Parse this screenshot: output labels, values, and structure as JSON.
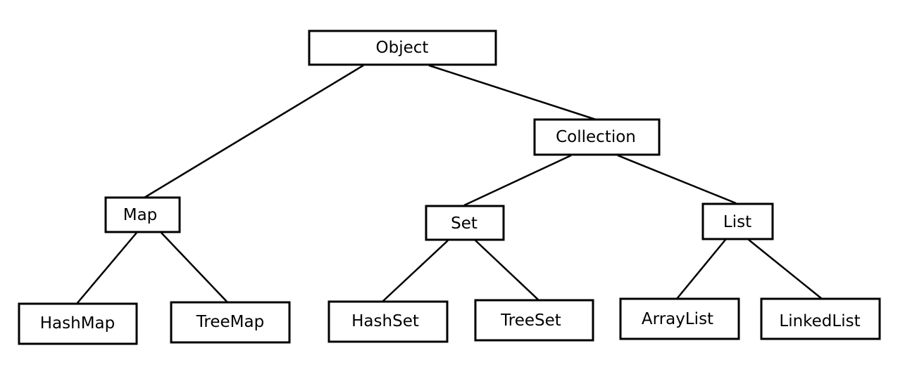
{
  "diagram": {
    "nodes": {
      "object": "Object",
      "collection": "Collection",
      "map": "Map",
      "set": "Set",
      "list": "List",
      "hashmap": "HashMap",
      "treemap": "TreeMap",
      "hashset": "HashSet",
      "treeset": "TreeSet",
      "arraylist": "ArrayList",
      "linkedlist": "LinkedList"
    },
    "edges": [
      [
        "object",
        "map"
      ],
      [
        "object",
        "collection"
      ],
      [
        "collection",
        "set"
      ],
      [
        "collection",
        "list"
      ],
      [
        "map",
        "hashmap"
      ],
      [
        "map",
        "treemap"
      ],
      [
        "set",
        "hashset"
      ],
      [
        "set",
        "treeset"
      ],
      [
        "list",
        "arraylist"
      ],
      [
        "list",
        "linkedlist"
      ]
    ]
  }
}
